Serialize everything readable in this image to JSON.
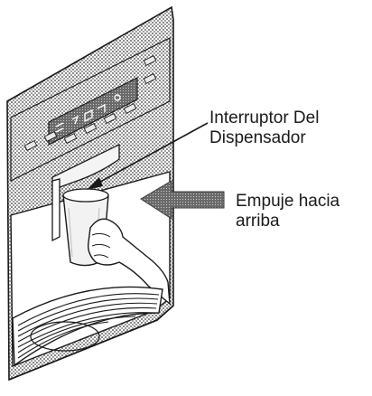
{
  "callouts": {
    "dispenser_switch": {
      "line1": "Interruptor Del",
      "line2": "Dispensador"
    },
    "push_up": {
      "line1": "Empuje hacia",
      "line2": "arriba"
    }
  },
  "colors": {
    "line": "#1a1a1a",
    "panel_stipple": "#9a9a9a",
    "push_arrow": "#5a5a5a",
    "background": "#ffffff"
  }
}
